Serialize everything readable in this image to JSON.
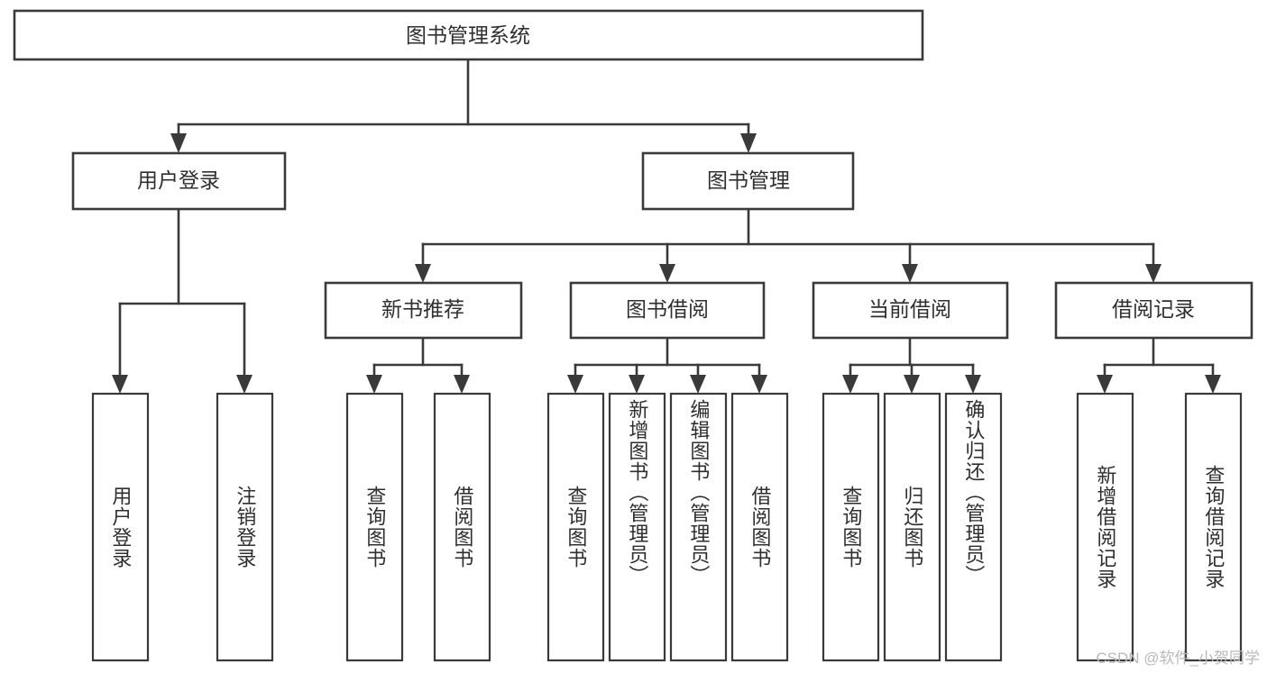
{
  "diagram": {
    "title": "图书管理系统",
    "type": "hierarchy-tree",
    "watermark": "CSDN @软件_小贺同学",
    "colors": {
      "stroke": "#3a3a3a",
      "box_fill": "#ffffff",
      "text": "#2f2f2f",
      "background": "#ffffff",
      "watermark": "#b9b9b9"
    },
    "root": {
      "label": "图书管理系统"
    },
    "level2": [
      {
        "label": "用户登录"
      },
      {
        "label": "图书管理"
      }
    ],
    "level3": [
      {
        "label": "新书推荐"
      },
      {
        "label": "图书借阅"
      },
      {
        "label": "当前借阅"
      },
      {
        "label": "借阅记录"
      }
    ],
    "leaves": {
      "user_login": [
        {
          "label": "用户登录"
        },
        {
          "label": "注销登录"
        }
      ],
      "new_book_recommend": [
        {
          "label": "查询图书"
        },
        {
          "label": "借阅图书"
        }
      ],
      "book_borrow": [
        {
          "label": "查询图书"
        },
        {
          "label": "新增图书（管理员）"
        },
        {
          "label": "编辑图书（管理员）"
        },
        {
          "label": "借阅图书"
        }
      ],
      "current_borrow": [
        {
          "label": "查询图书"
        },
        {
          "label": "归还图书"
        },
        {
          "label": "确认归还（管理员）"
        }
      ],
      "borrow_record": [
        {
          "label": "新增借阅记录"
        },
        {
          "label": "查询借阅记录"
        }
      ]
    }
  }
}
